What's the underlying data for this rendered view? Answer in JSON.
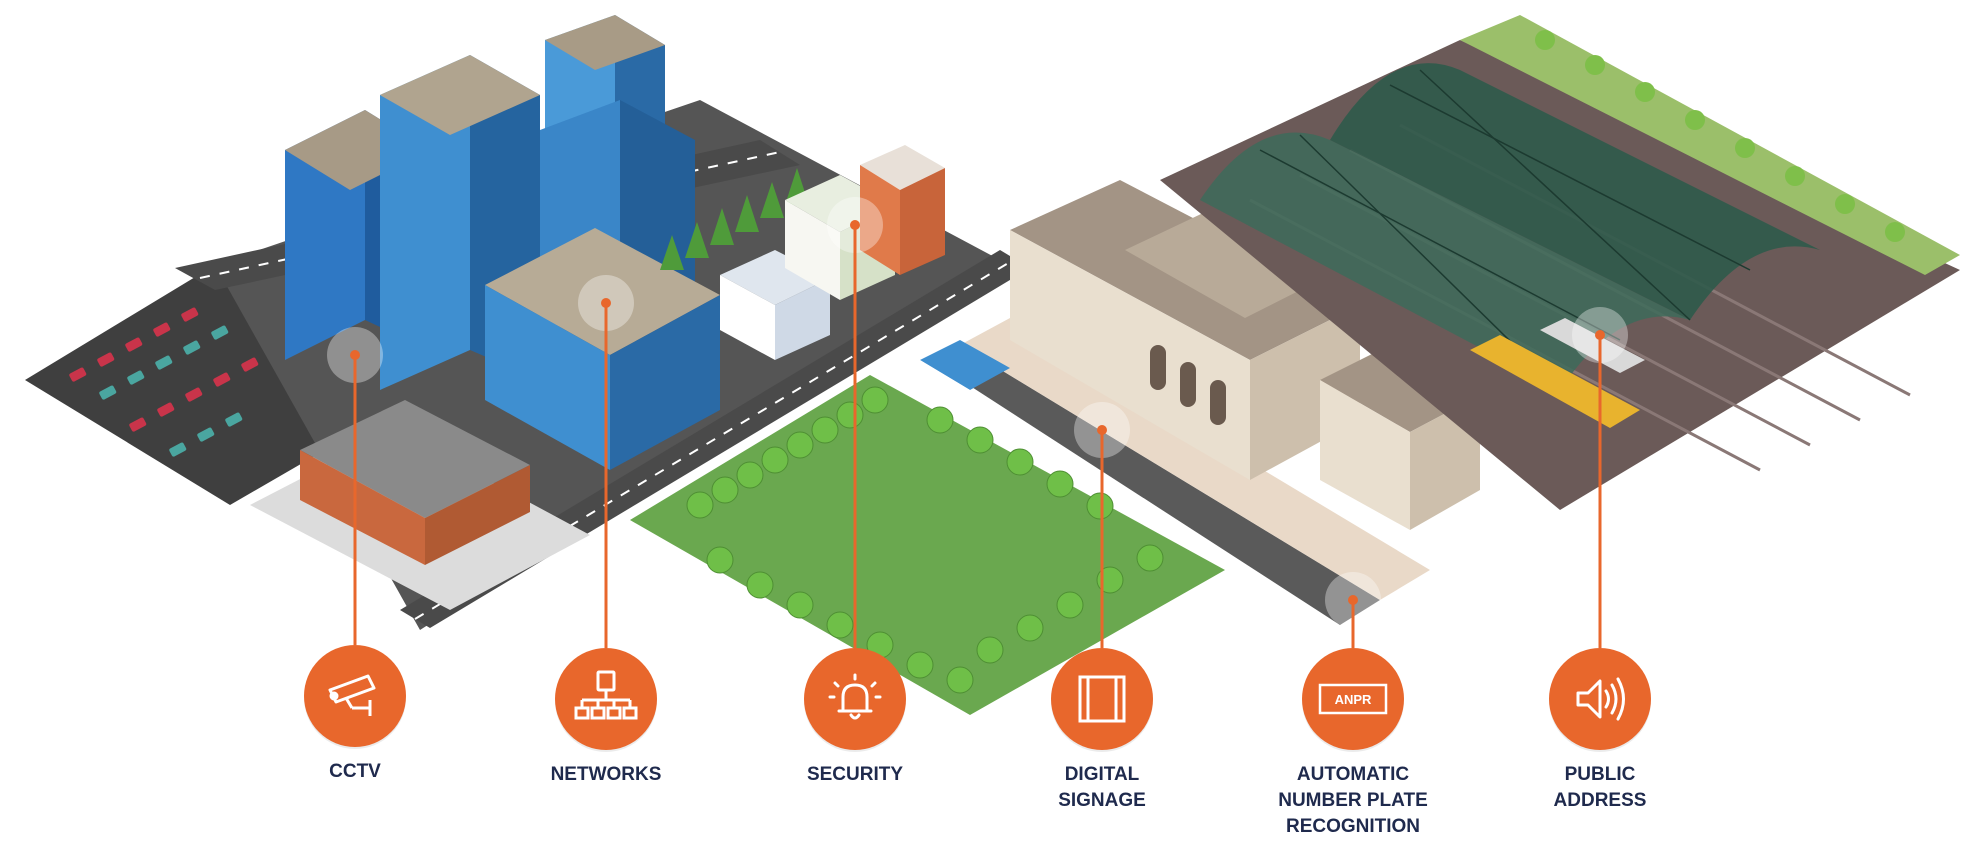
{
  "colors": {
    "accent": "#e8672c",
    "label": "#1f2a4d",
    "road": "#4b4b4b",
    "grass": "#6aa84f",
    "glass": "#3f8fd0"
  },
  "features": [
    {
      "id": "cctv",
      "icon": "cctv-camera-icon",
      "lines": [
        "CCTV"
      ]
    },
    {
      "id": "networks",
      "icon": "network-icon",
      "lines": [
        "NETWORKS"
      ]
    },
    {
      "id": "security",
      "icon": "alarm-bell-icon",
      "lines": [
        "SECURITY"
      ]
    },
    {
      "id": "digital-signage",
      "icon": "digital-signage-icon",
      "lines": [
        "DIGITAL",
        "SIGNAGE"
      ]
    },
    {
      "id": "anpr",
      "icon": "anpr-plate-icon",
      "icon_text": "ANPR",
      "lines": [
        "AUTOMATIC",
        "NUMBER PLATE",
        "RECOGNITION"
      ]
    },
    {
      "id": "public-address",
      "icon": "speaker-icon",
      "lines": [
        "PUBLIC",
        "ADDRESS"
      ]
    }
  ]
}
